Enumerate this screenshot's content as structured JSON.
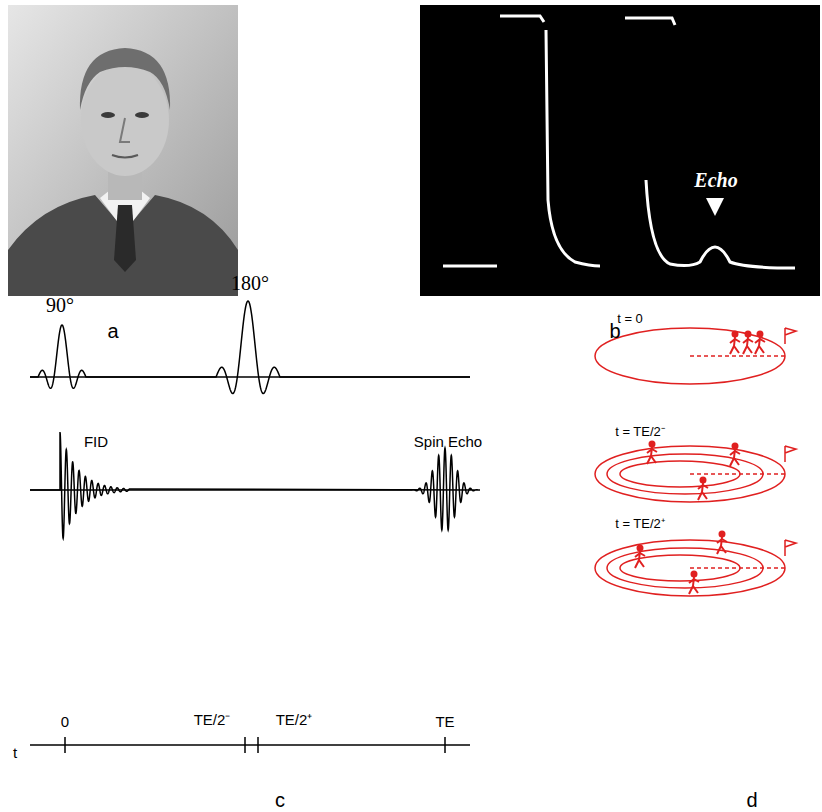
{
  "diagram": {
    "labels": [
      "a",
      "b",
      "c",
      "d",
      "Echo",
      "90°",
      "180°",
      "FID",
      "Spin Echo",
      "t",
      "0",
      "TE/2⁻",
      "TE/2⁺",
      "TE",
      "t = 0",
      "t = TE/2⁻",
      "t = TE/2⁺"
    ]
  }
}
